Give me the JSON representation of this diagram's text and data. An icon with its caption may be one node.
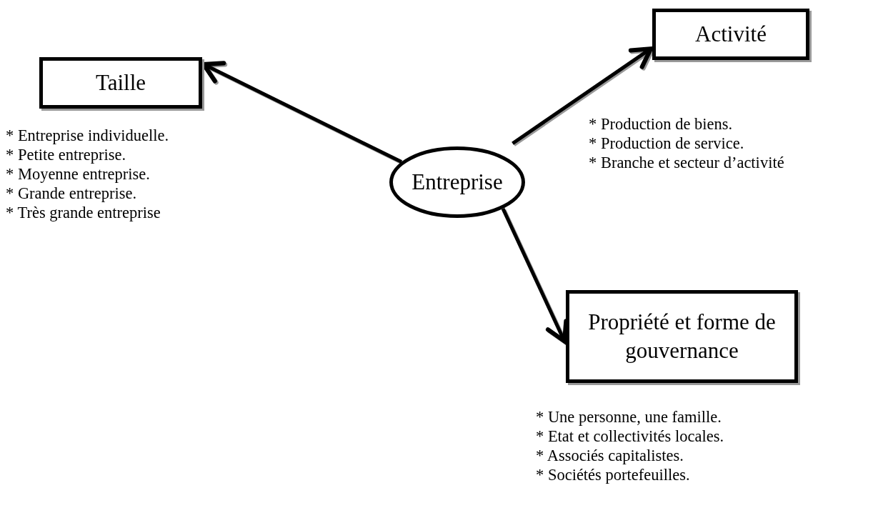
{
  "diagram": {
    "nodes": [
      {
        "text": [
          "Entreprise"
        ]
      },
      {
        "text": [
          "Taille"
        ],
        "beside": [
          "* Entreprise individuelle.",
          "* Petite entreprise.",
          "* Moyenne entreprise.",
          "* Grande entreprise.",
          "* Très grande entreprise"
        ]
      },
      {
        "text": [
          "Activité"
        ],
        "beside": [
          "* Production de biens.",
          "* Production de service.",
          "* Branche et secteur d’activité"
        ]
      },
      {
        "text": [
          "Propriété et forme de gouvernance"
        ],
        "beside": [
          "* Une personne, une famille.",
          "* Etat et collectivités locales.",
          "* Associés capitalistes.",
          "* Sociétés portefeuilles."
        ]
      }
    ],
    "edges": [
      {
        "from": 0,
        "to": 1,
        "arrow": "to"
      },
      {
        "from": 0,
        "to": 2,
        "arrow": "to"
      },
      {
        "from": 0,
        "to": 3,
        "arrow": "to"
      }
    ]
  }
}
